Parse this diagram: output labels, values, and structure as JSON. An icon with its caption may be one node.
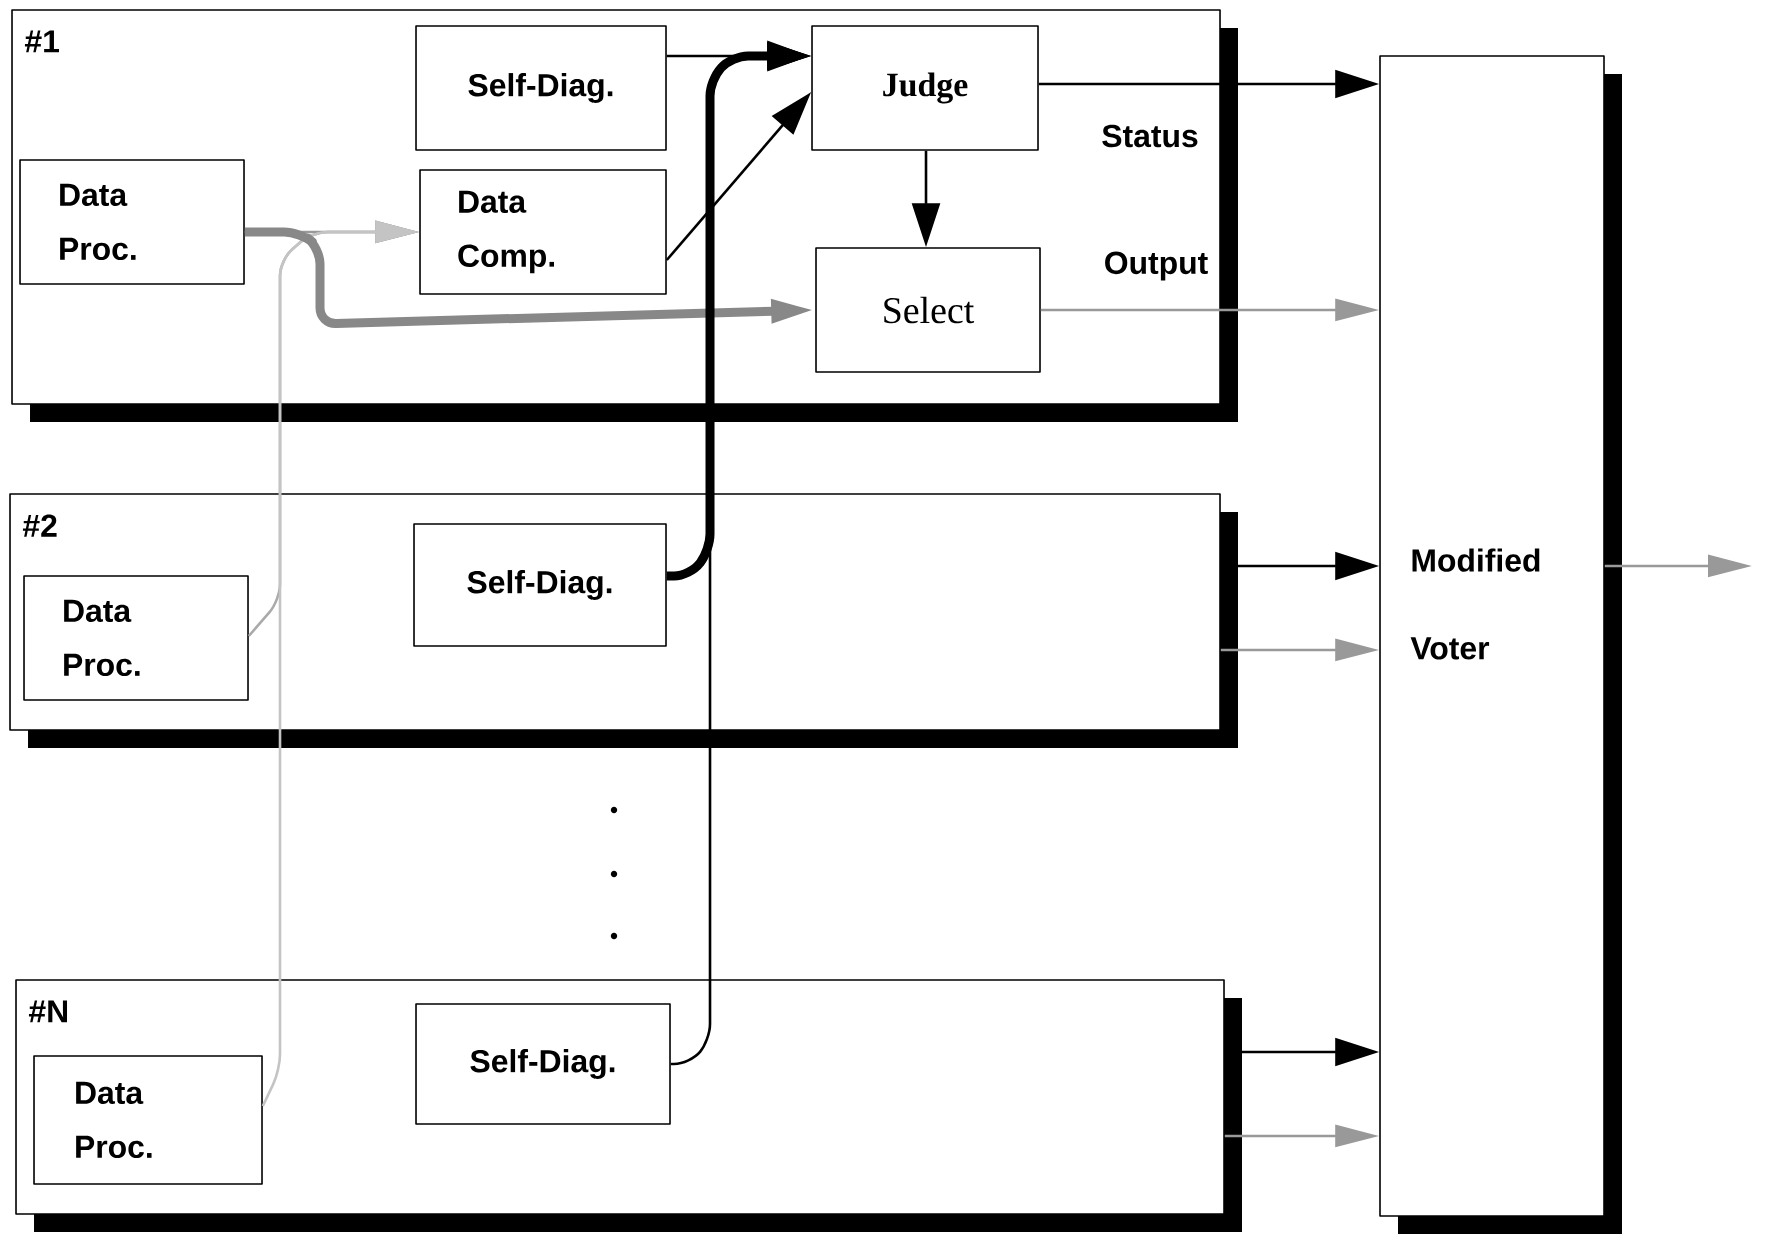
{
  "diagram": {
    "nodes": [
      {
        "text": [
          "#1"
        ]
      },
      {
        "text": [
          "Data Proc."
        ],
        "in": 0
      },
      {
        "text": [
          "Self-Diag."
        ],
        "in": 0
      },
      {
        "text": [
          "Data Comp."
        ],
        "in": 0
      },
      {
        "text": [
          "Judge"
        ],
        "in": 0
      },
      {
        "text": [
          "Select"
        ],
        "in": 0
      },
      {
        "text": [
          "#2"
        ]
      },
      {
        "text": [
          "Data Proc."
        ],
        "in": 6
      },
      {
        "text": [
          "Self-Diag."
        ],
        "in": 6
      },
      {
        "text": [
          "#N"
        ]
      },
      {
        "text": [
          "Data Proc."
        ],
        "in": 9
      },
      {
        "text": [
          "Self-Diag."
        ],
        "in": 9
      },
      {
        "text": [
          "Modified Voter"
        ]
      }
    ],
    "edges": [
      {
        "from": 1,
        "to": 3,
        "arrow": "to",
        "color": "#999999"
      },
      {
        "from": 7,
        "to": 3,
        "arrow": "to",
        "color": "#aaaaaa"
      },
      {
        "from": 10,
        "to": 3,
        "arrow": "to",
        "color": "#c4c4c4"
      },
      {
        "from": 1,
        "to": 5,
        "arrow": "to",
        "style": "thick",
        "color": "#888888"
      },
      {
        "from": 2,
        "to": 4,
        "arrow": "to",
        "color": "#000000"
      },
      {
        "from": 3,
        "to": 4,
        "arrow": "to",
        "color": "#000000"
      },
      {
        "from": 8,
        "to": 4,
        "arrow": "to",
        "style": "thick",
        "color": "#000000"
      },
      {
        "from": 11,
        "to": 4,
        "arrow": "to",
        "color": "#000000"
      },
      {
        "from": 4,
        "to": 5,
        "arrow": "to",
        "color": "#000000"
      },
      {
        "from": 4,
        "to": 12,
        "arrow": "to",
        "label": "Status",
        "color": "#000000"
      },
      {
        "from": 5,
        "to": 12,
        "arrow": "to",
        "label": "Output",
        "color": "#999999"
      },
      {
        "from": 6,
        "to": 12,
        "arrow": "to",
        "color": "#000000"
      },
      {
        "from": 6,
        "to": 12,
        "arrow": "to",
        "color": "#999999"
      },
      {
        "from": 9,
        "to": 12,
        "arrow": "to",
        "color": "#000000"
      },
      {
        "from": 9,
        "to": 12,
        "arrow": "to",
        "color": "#999999"
      },
      {
        "from": 12,
        "to": null,
        "arrow": "to",
        "color": "#999999"
      }
    ]
  }
}
